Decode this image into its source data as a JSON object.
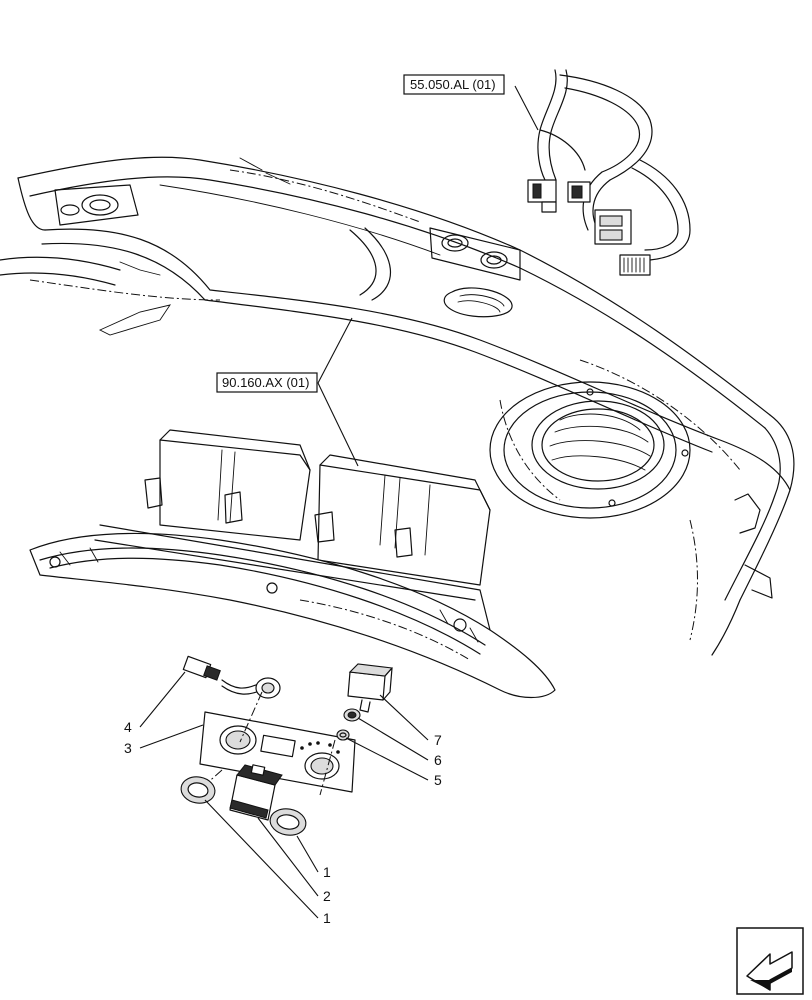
{
  "references": {
    "harness": "55.050.AL (01)",
    "dashboard": "90.160.AX (01)"
  },
  "callouts": [
    "4",
    "3",
    "7",
    "6",
    "5",
    "1",
    "2",
    "1"
  ],
  "icons": {
    "nav": "next-page-arrow-icon"
  }
}
